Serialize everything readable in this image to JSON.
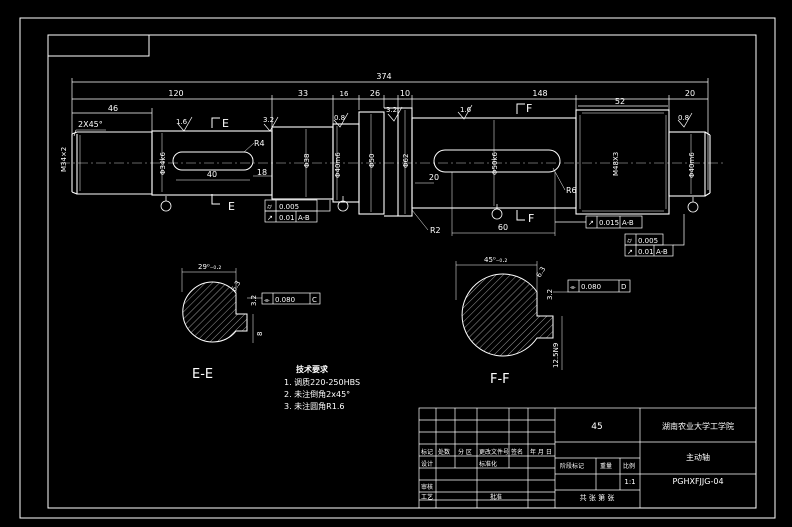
{
  "drawing": {
    "dims": {
      "overall": "374",
      "seg_120": "120",
      "seg_33": "33",
      "seg_16": "16",
      "seg_26": "26",
      "seg_10": "10",
      "seg_148": "148",
      "seg_52": "52",
      "seg_20": "20",
      "left_46": "46",
      "chamfer": "2X45°",
      "thread_left": "M34×2",
      "dia_34": "Φ34k6",
      "dia_38": "Φ38",
      "dia_40_left": "Φ40m6",
      "dia_50": "Φ50",
      "dia_62": "Φ62",
      "dia_50_mid": "Φ50k6",
      "thread_right": "M48X3",
      "dia_40_right": "Φ40m6",
      "kw_40": "40",
      "kw_18": "18",
      "kw_20": "20",
      "kw_60": "60",
      "r4": "R4",
      "r2": "R2",
      "r6": "R6",
      "rough_16a": "1.6",
      "rough_32": "3.2",
      "rough_08a": "0.8",
      "rough_32b": "3.2",
      "rough_16b": "1.6",
      "rough_08b": "0.8",
      "rough_63a": "6.3",
      "rough_32c": "3.2",
      "rough_63b": "6.3",
      "rough_32d": "3.2",
      "sec_e_upper": "E",
      "sec_e_lower": "E",
      "sec_f_upper": "F",
      "sec_f_lower": "F",
      "datum_a": "A",
      "datum_b": "B",
      "datum_c": "C",
      "datum_d": "D",
      "dim_29": "29⁰₋₀.₂",
      "dim_45": "45⁰₋₀.₂",
      "dim_8": "8",
      "dim_12": "12.5N9"
    },
    "tolerances": {
      "t1_sym": "⌭",
      "t1_val": "0.005",
      "t2_sym": "↗",
      "t2_val": "0.01",
      "t2_ref": "A-B",
      "t3_sym": "↗",
      "t3_val": "0.015",
      "t3_ref": "A-B",
      "t4_sym": "⌭",
      "t4_val": "0.005",
      "t5_sym": "↗",
      "t5_val": "0.01",
      "t5_ref": "A-B",
      "t6_sym": "⌯",
      "t6_val": "0.080",
      "t6_ref": "C",
      "t7_sym": "⌯",
      "t7_val": "0.080",
      "t7_ref": "D"
    },
    "sections": {
      "ee": "E-E",
      "ff": "F-F"
    },
    "notes": {
      "title": "技术要求",
      "line1": "1. 调质220-250HBS",
      "line2": "2. 未注倒角2x45°",
      "line3": "3. 未注圆角R1.6"
    },
    "title_block": {
      "material": "45",
      "school": "湖南农业大学工学院",
      "part_name": "主动轴",
      "drawing_no": "PGHXFJJG-04",
      "scale": "1:1",
      "sheets": "共 张 第 张",
      "h_biaoji": "标记",
      "h_chushu": "处数",
      "h_fenqu": "分 区",
      "h_gaiwenjian": "更改文件号",
      "h_qianming": "签名",
      "h_nianyueri": "年 月 日",
      "h_sheji": "设计",
      "h_biaozhunhua": "标准化",
      "h_jieduan": "阶段标记",
      "h_zhongliang": "重量",
      "h_bili": "比例",
      "h_shenhe": "审核",
      "h_gongyi": "工艺",
      "h_pizhun": "批准"
    }
  }
}
